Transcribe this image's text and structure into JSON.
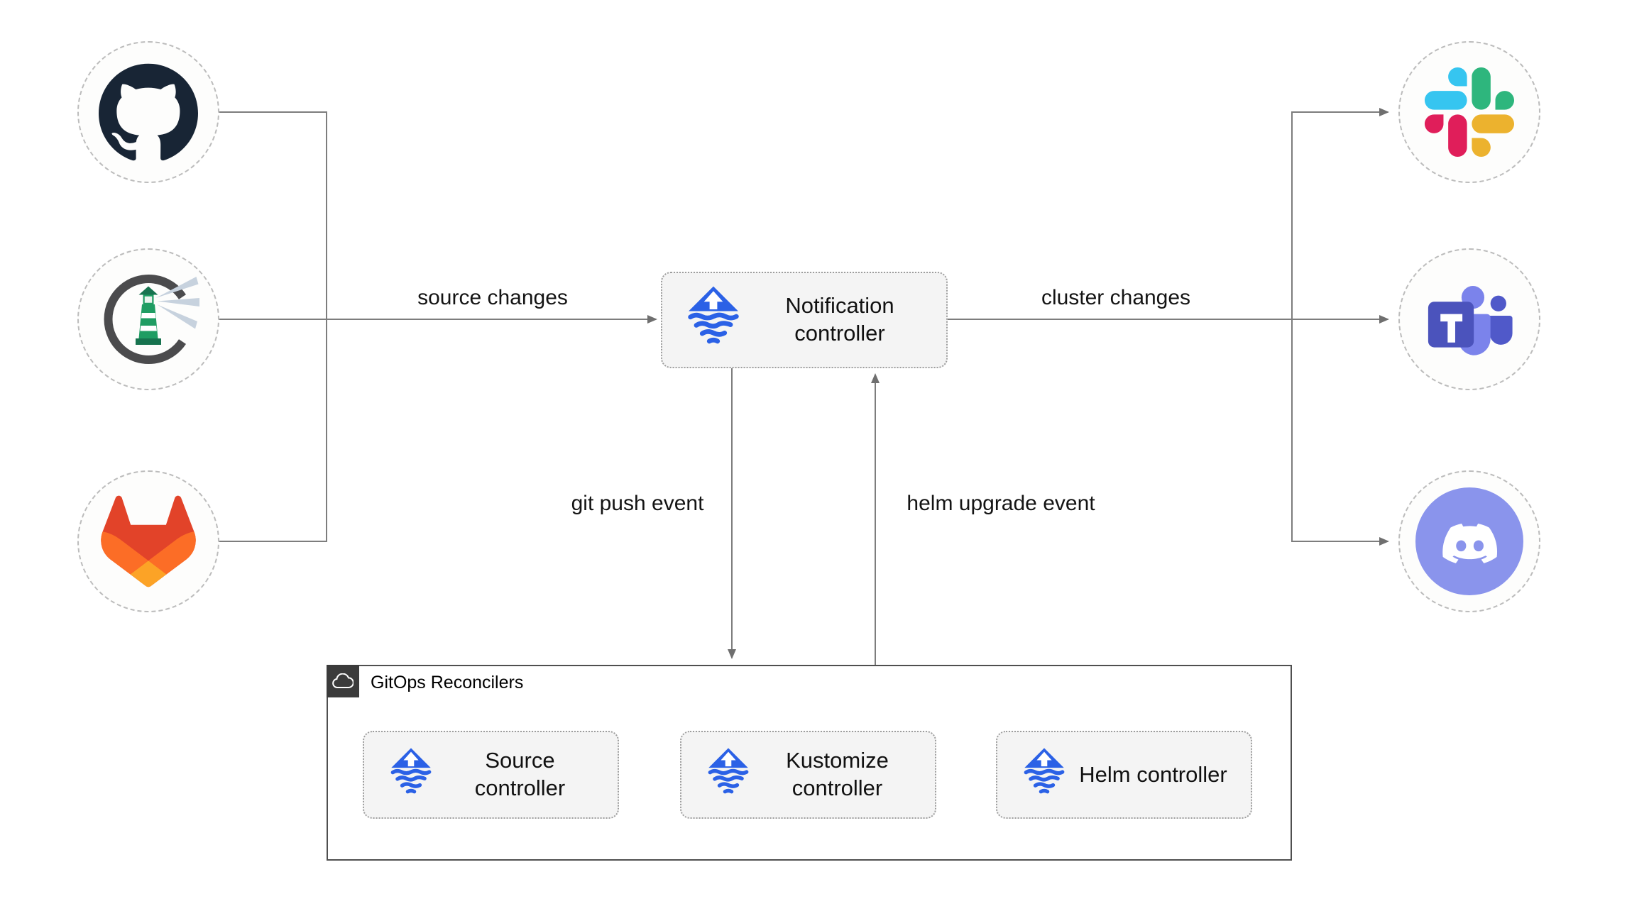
{
  "edges": {
    "source_changes": "source changes",
    "cluster_changes": "cluster changes",
    "git_push_event": "git push event",
    "helm_upgrade_event": "helm upgrade event"
  },
  "nodes": {
    "notification": "Notification controller",
    "source": "Source controller",
    "kustomize": "Kustomize controller",
    "helm": "Helm controller"
  },
  "group": {
    "label": "GitOps Reconcilers",
    "badge_icon": "cloud-icon"
  },
  "endpoints": {
    "left": [
      {
        "name": "github",
        "icon": "github-icon"
      },
      {
        "name": "harbor",
        "icon": "harbor-icon"
      },
      {
        "name": "gitlab",
        "icon": "gitlab-icon"
      }
    ],
    "right": [
      {
        "name": "slack",
        "icon": "slack-icon"
      },
      {
        "name": "microsoft-teams",
        "icon": "microsoft-teams-icon"
      },
      {
        "name": "discord",
        "icon": "discord-icon"
      }
    ]
  },
  "colors": {
    "flux_blue": "#2b61e6",
    "connector_gray": "#7d7d7d",
    "node_fill": "#f4f4f4",
    "node_border": "#9d9d9d",
    "github_dark": "#182535",
    "harbor_green": "#1f9d63",
    "gitlab_red": "#e24329",
    "gitlab_orange": "#fc6d26",
    "gitlab_yellow": "#fca326",
    "slack_blue": "#36c5f0",
    "slack_green": "#2eb67d",
    "slack_yellow": "#ecb22e",
    "slack_pink": "#e01e5a",
    "teams_purple": "#4b53bc",
    "teams_light_purple": "#7b83eb",
    "discord_blurple": "#8a94ec"
  }
}
